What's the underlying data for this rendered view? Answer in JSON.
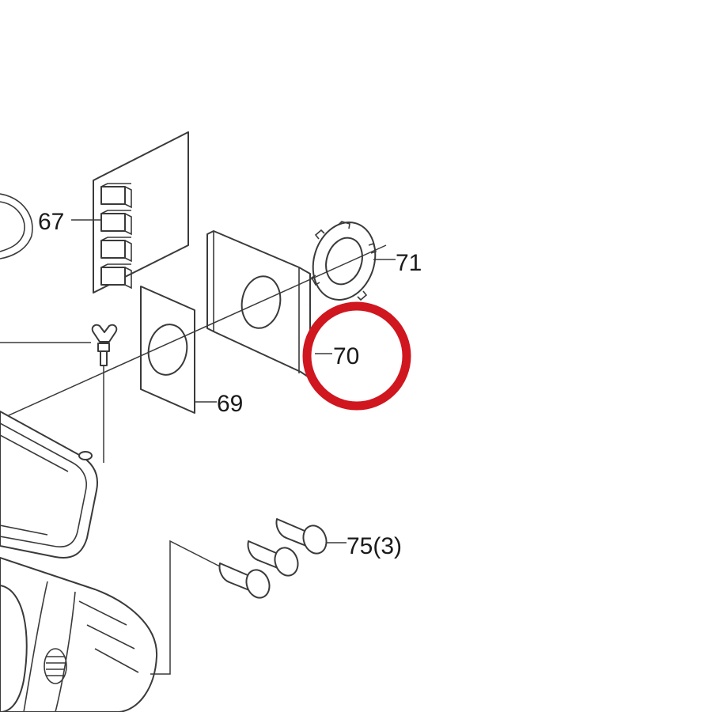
{
  "callouts": {
    "c67": "67",
    "c69": "69",
    "c70": "70",
    "c71": "71",
    "c75": "75(3)"
  },
  "colors": {
    "highlight": "#d0161f",
    "line": "#3a3a3a"
  }
}
